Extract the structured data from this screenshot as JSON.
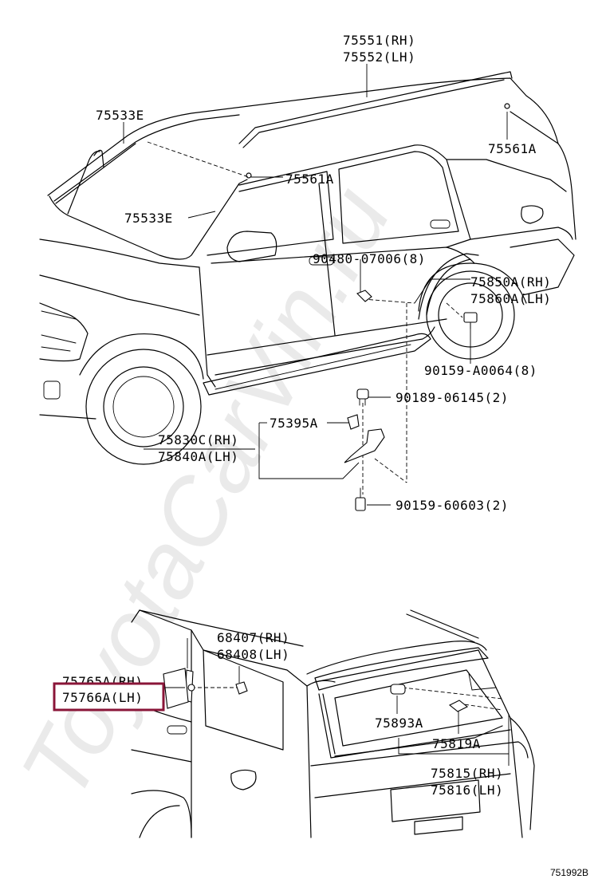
{
  "watermark": "ToyotaCarVin.ru",
  "diagram_code": "751992B",
  "labels": {
    "p75551": "75551(RH)",
    "p75552": "75552(LH)",
    "p75533E_a": "75533E",
    "p75561A_a": "75561A",
    "p75561A_b": "75561A",
    "p75533E_b": "75533E",
    "p90480": "90480-07006(8)",
    "p75850A": "75850A(RH)",
    "p75860A": "75860A(LH)",
    "p90159a": "90159-A0064(8)",
    "p90189": "90189-06145(2)",
    "p75395A": "75395A",
    "p75830C": "75830C(RH)",
    "p75840A": "75840A(LH)",
    "p90159b": "90159-60603(2)",
    "p68407": "68407(RH)",
    "p68408": "68408(LH)",
    "p75765A": "75765A(RH)",
    "p75766A": "75766A(LH)",
    "p75893A": "75893A",
    "p75819A": "75819A",
    "p75815": "75815(RH)",
    "p75816": "75816(LH)"
  },
  "highlight_color": "#8a1538"
}
